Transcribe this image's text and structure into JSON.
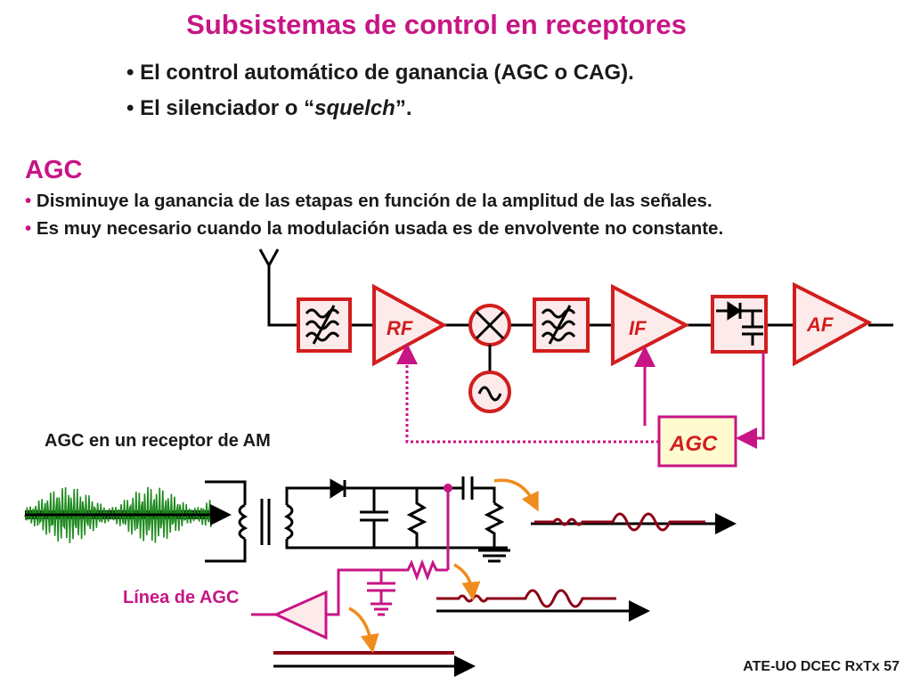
{
  "title": "Subsistemas de control en receptores",
  "bullets_top": [
    "El control automático de ganancia (AGC o CAG).",
    "El silenciador o “",
    "squelch",
    "”."
  ],
  "agc_heading": "AGC",
  "bullets_agc": [
    "Disminuye la ganancia de las etapas en función de la amplitud  de las señales.",
    "Es muy necesario cuando la modulación usada es de envolvente no constante."
  ],
  "bullet_glyph": "•",
  "block_labels": {
    "rf": "RF",
    "if": "IF",
    "af": "AF",
    "agc": "AGC"
  },
  "caption_am": "AGC en un receptor de AM",
  "caption_line": "Línea de AGC",
  "footer": "ATE-UO DCEC RxTx 57",
  "colors": {
    "title": "#c71585",
    "block_stroke": "#d21e1e",
    "block_fill": "#fdeaea",
    "feedback": "#c71585",
    "agc_box": "#fffbd0",
    "signal_green": "#1f8a1f",
    "signal_dark": "#8b0016",
    "arrow_orange": "#f08c1e"
  }
}
